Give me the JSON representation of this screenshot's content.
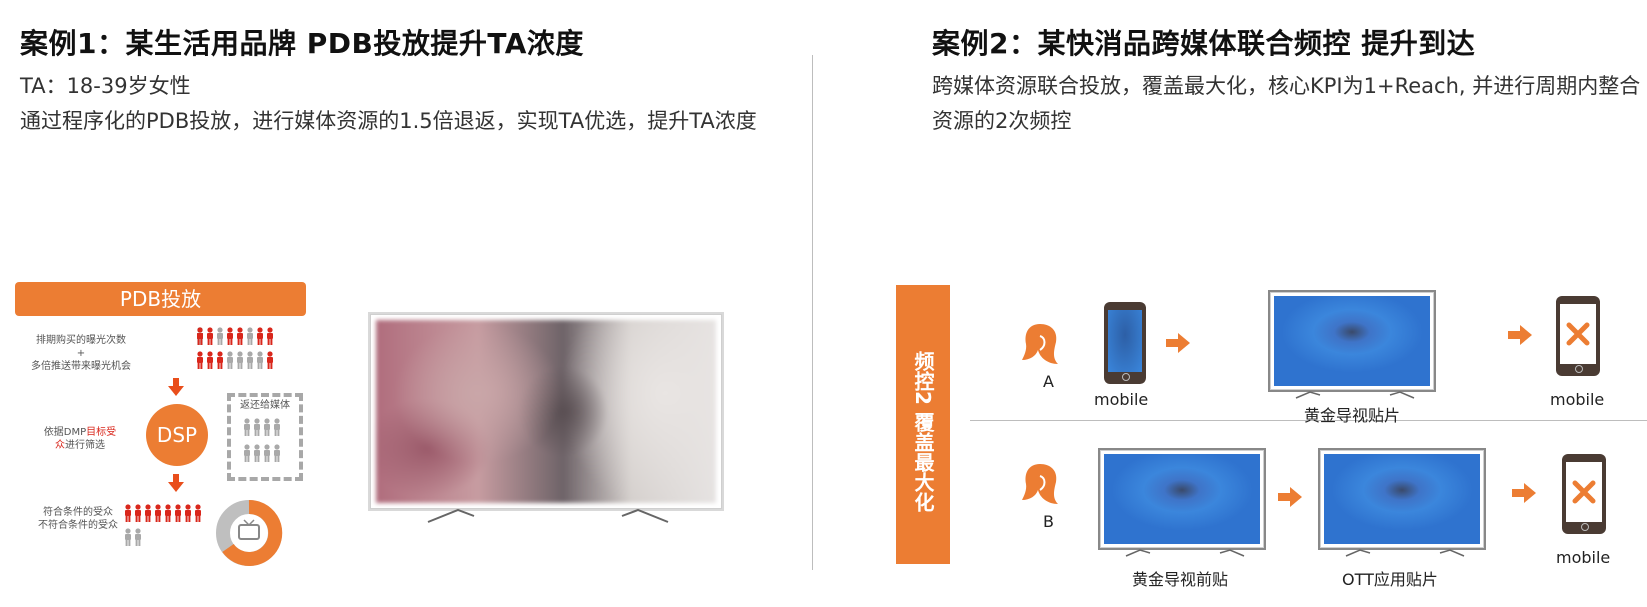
{
  "left": {
    "title": "案例1：某生活用品牌 PDB投放提升TA浓度",
    "line1": "TA：18-39岁女性",
    "line2": "通过程序化的PDB投放，进行媒体资源的1.5倍退返，实现TA优选，提升TA浓度",
    "diagram": {
      "banner": "PDB投放",
      "label1a": "排期购买的曝光次数",
      "label1b": "+",
      "label1c": "多倍推送带来曝光机会",
      "label2a": "依据DMP",
      "label2b": "目标受",
      "label2c": "众",
      "label2d": "进行筛选",
      "dsp": "DSP",
      "return_label": "返还给媒体",
      "label3a": "符合条件的受众",
      "label3b": "不符合条件的受众"
    }
  },
  "right": {
    "title": "案例2：某快消品跨媒体联合频控 提升到达",
    "line1": "跨媒体资源联合投放，覆盖最大化，核心KPI为1+Reach, 并进行周期内整合",
    "line2": "资源的2次频控",
    "band": "频控2  覆盖最大化",
    "row_a": {
      "user": "A",
      "phone_label": "mobile",
      "tv_label": "黄金导视贴片",
      "end_label": "mobile"
    },
    "row_b": {
      "user": "B",
      "tv1_label": "黄金导视前贴",
      "tv2_label": "OTT应用贴片",
      "end_label": "mobile"
    }
  },
  "colors": {
    "accent": "#ec7d33",
    "red": "#d9271c",
    "divider": "#bdbdbd"
  }
}
